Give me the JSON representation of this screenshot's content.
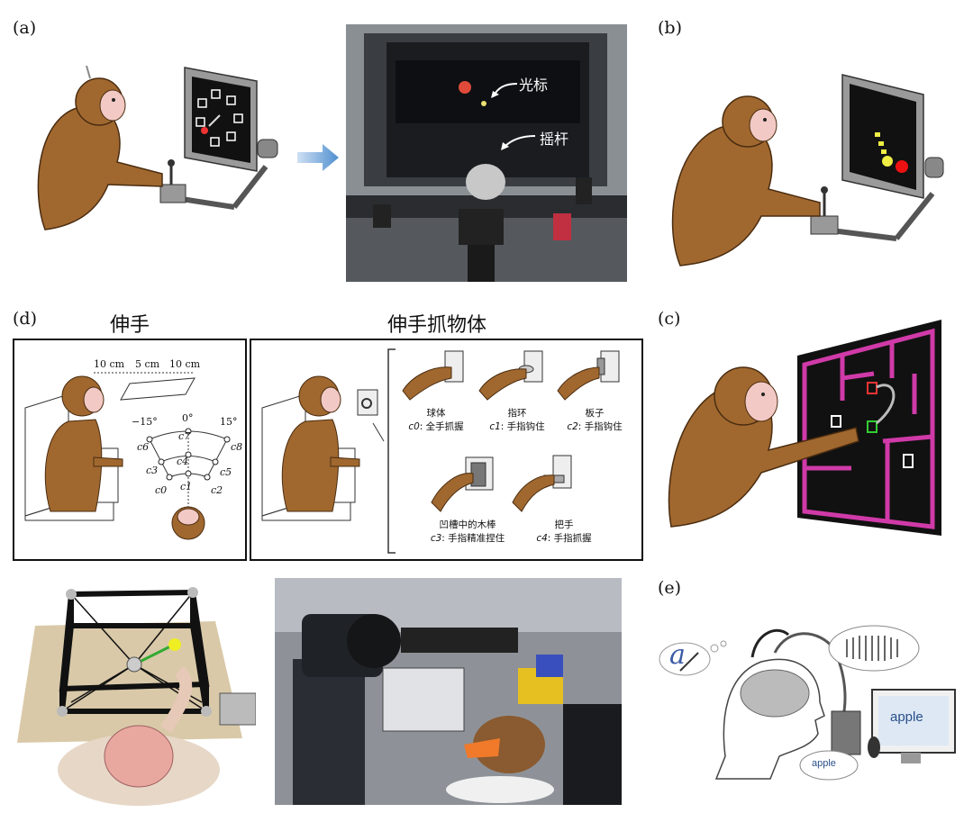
{
  "panels": {
    "a": {
      "label": "(a)",
      "annotations": {
        "cursor": "光标",
        "joystick": "摇杆"
      }
    },
    "b": {
      "label": "(b)"
    },
    "c": {
      "label": "(c)"
    },
    "d": {
      "label": "(d)",
      "reach_title": "伸手",
      "grasp_title": "伸手抓物体",
      "spacing": {
        "left": "10 cm",
        "mid": "5 cm",
        "right": "10 cm"
      },
      "angles": {
        "left": "−15°",
        "center": "0°",
        "right": "15°"
      },
      "targets": [
        "c6",
        "c7",
        "c8",
        "c3",
        "c4",
        "c5",
        "c0",
        "c1",
        "c2"
      ],
      "objects": [
        {
          "name": "球体",
          "sub": "c0",
          "desc": ": 全手抓握"
        },
        {
          "name": "指环",
          "sub": "c1",
          "desc": ": 手指钩住"
        },
        {
          "name": "板子",
          "sub": "c2",
          "desc": ": 手指钩住"
        },
        {
          "name": "凹槽中的木棒",
          "sub": "c3",
          "desc": ": 手指精准捏住"
        },
        {
          "name": "把手",
          "sub": "c4",
          "desc": ": 手指抓握"
        }
      ]
    },
    "e": {
      "label": "(e)",
      "screen_text": "apple",
      "speech_text": "apple",
      "handwriting": "a"
    }
  },
  "colors": {
    "monkey": "#a0682f",
    "magenta": "#d03aa8",
    "photo_dark": "#2a2d33",
    "arrow": "#5b9bd5"
  }
}
